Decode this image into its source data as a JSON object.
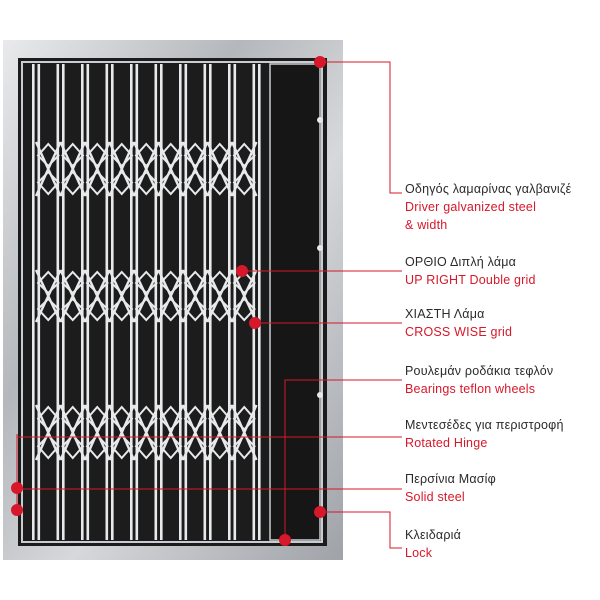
{
  "accent_color": "#d7182a",
  "frame_color": "#b9bcc0",
  "panel_color": "#1c1c1c",
  "callouts": [
    {
      "id": "guide-rail",
      "gr": "Οδηγός λαμαρίνας γαλβανιζέ",
      "en": "Driver galvanized steel",
      "en2": "& width"
    },
    {
      "id": "upright-grid",
      "gr": "ΟΡΘΙΟ Διπλή λάμα",
      "en": "UP RIGHT Double grid"
    },
    {
      "id": "crosswise-grid",
      "gr": "ΧΙΑΣΤΗ Λάμα",
      "en": "CROSS WISE grid"
    },
    {
      "id": "bearings",
      "gr": "Ρουλεμάν ροδάκια τεφλόν",
      "en": "Bearings teflon wheels"
    },
    {
      "id": "rotated-hinge",
      "gr": "Μεντεσέδες για περιστροφή",
      "en": "Rotated Hinge"
    },
    {
      "id": "solid-steel",
      "gr": "Περσίνια Μασίφ",
      "en": "Solid steel"
    },
    {
      "id": "lock",
      "gr": "Κλειδαριά",
      "en": "Lock"
    }
  ]
}
